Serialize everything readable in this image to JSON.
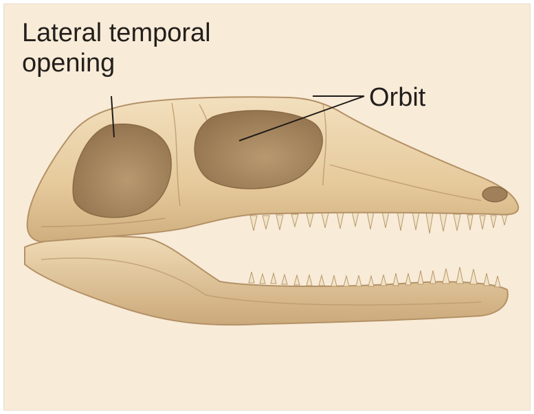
{
  "labels": {
    "lateral_line1": "Lateral temporal",
    "lateral_line2": "opening",
    "orbit": "Orbit"
  },
  "colors": {
    "background": "#f8ebd8",
    "bone": "#e8cfa6",
    "bone_shadow": "#c9a87a",
    "opening": "#a98961",
    "teeth": "#f2e3c6",
    "label_text": "#231f1c"
  }
}
